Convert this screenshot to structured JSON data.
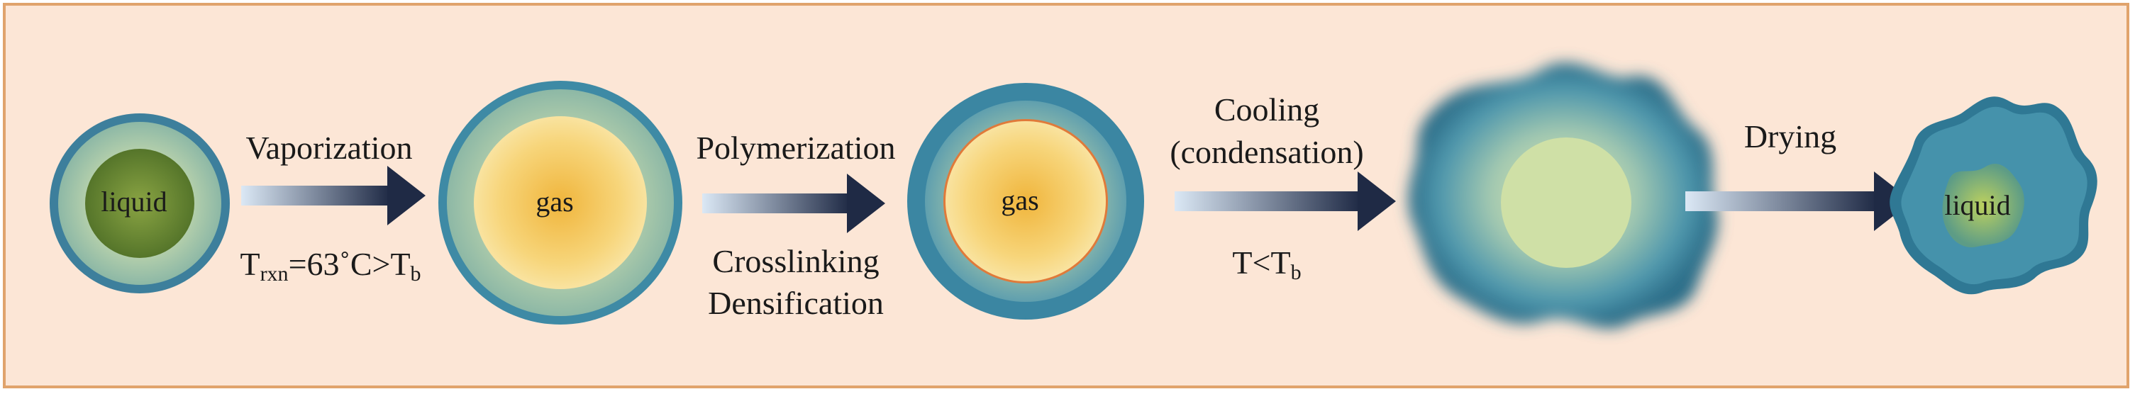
{
  "stages": [
    {
      "core_label": "liquid"
    },
    {
      "core_label": "gas"
    },
    {
      "core_label": "gas"
    },
    {
      "core_label": ""
    },
    {
      "core_label": "liquid"
    }
  ],
  "steps": [
    {
      "above": "Vaporization",
      "below_main": "T",
      "below_sub": "rxn",
      "below_mid": "=63˚C>T",
      "below_sub2": "b"
    },
    {
      "above": "Polymerization",
      "below_line1": "Crosslinking",
      "below_line2": "Densification"
    },
    {
      "above_line1": "Cooling",
      "above_line2": "(condensation)",
      "below_main": "T<T",
      "below_sub": "b"
    },
    {
      "above": "Drying"
    }
  ],
  "colors": {
    "background": "#fce6d6",
    "border": "#e0a36c",
    "shell_dark": "#3e8ba6",
    "shell_light": "#9fc4ae",
    "liquid_core": "#6c8a34",
    "gas_core": "#f3c04a",
    "arrow_start": "#dbe8f5",
    "arrow_end": "#1f2a45"
  }
}
